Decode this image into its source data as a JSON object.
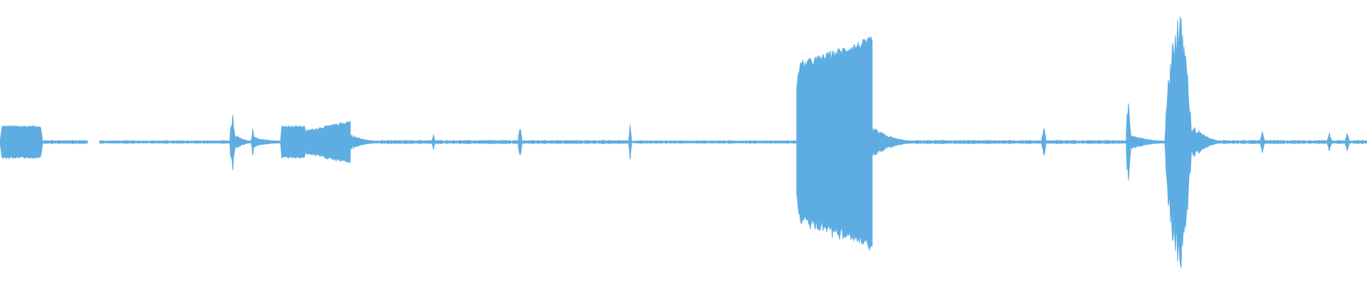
{
  "colors": {
    "background": "#ffffff",
    "waveform": "#5dade2"
  },
  "waveform": {
    "description_visible_text": "",
    "segments": [
      {
        "start": 0.0,
        "end": 0.031,
        "amp": 0.13,
        "shape": "block"
      },
      {
        "start": 0.031,
        "end": 0.064,
        "amp": 0.01,
        "shape": "flat"
      },
      {
        "start": 0.064,
        "end": 0.073,
        "amp": 0.0,
        "shape": "gap"
      },
      {
        "start": 0.073,
        "end": 0.168,
        "amp": 0.008,
        "shape": "flat"
      },
      {
        "start": 0.168,
        "end": 0.172,
        "amp": 0.24,
        "shape": "spike"
      },
      {
        "start": 0.172,
        "end": 0.184,
        "amp": 0.05,
        "shape": "decay"
      },
      {
        "start": 0.184,
        "end": 0.186,
        "amp": 0.1,
        "shape": "spike"
      },
      {
        "start": 0.186,
        "end": 0.205,
        "amp": 0.03,
        "shape": "decay"
      },
      {
        "start": 0.205,
        "end": 0.224,
        "amp": 0.13,
        "shape": "block"
      },
      {
        "start": 0.224,
        "end": 0.256,
        "amp": 0.17,
        "shape": "rise"
      },
      {
        "start": 0.256,
        "end": 0.276,
        "amp": 0.05,
        "shape": "decay"
      },
      {
        "start": 0.276,
        "end": 0.316,
        "amp": 0.01,
        "shape": "flat"
      },
      {
        "start": 0.316,
        "end": 0.318,
        "amp": 0.06,
        "shape": "spike"
      },
      {
        "start": 0.318,
        "end": 0.379,
        "amp": 0.01,
        "shape": "flat"
      },
      {
        "start": 0.379,
        "end": 0.382,
        "amp": 0.14,
        "shape": "spike"
      },
      {
        "start": 0.382,
        "end": 0.46,
        "amp": 0.01,
        "shape": "flat"
      },
      {
        "start": 0.46,
        "end": 0.462,
        "amp": 0.14,
        "shape": "spike"
      },
      {
        "start": 0.462,
        "end": 0.583,
        "amp": 0.008,
        "shape": "flat"
      },
      {
        "start": 0.583,
        "end": 0.638,
        "amp": 0.85,
        "shape": "block_rise"
      },
      {
        "start": 0.638,
        "end": 0.67,
        "amp": 0.1,
        "shape": "decay"
      },
      {
        "start": 0.67,
        "end": 0.762,
        "amp": 0.01,
        "shape": "flat"
      },
      {
        "start": 0.762,
        "end": 0.765,
        "amp": 0.12,
        "shape": "spike"
      },
      {
        "start": 0.765,
        "end": 0.824,
        "amp": 0.01,
        "shape": "flat"
      },
      {
        "start": 0.824,
        "end": 0.827,
        "amp": 0.45,
        "shape": "spike"
      },
      {
        "start": 0.827,
        "end": 0.852,
        "amp": 0.05,
        "shape": "decay"
      },
      {
        "start": 0.852,
        "end": 0.872,
        "amp": 0.98,
        "shape": "burst"
      },
      {
        "start": 0.872,
        "end": 0.895,
        "amp": 0.12,
        "shape": "decay"
      },
      {
        "start": 0.895,
        "end": 0.922,
        "amp": 0.01,
        "shape": "flat"
      },
      {
        "start": 0.922,
        "end": 0.925,
        "amp": 0.08,
        "shape": "spike"
      },
      {
        "start": 0.925,
        "end": 0.971,
        "amp": 0.01,
        "shape": "flat"
      },
      {
        "start": 0.971,
        "end": 0.974,
        "amp": 0.07,
        "shape": "spike"
      },
      {
        "start": 0.974,
        "end": 0.984,
        "amp": 0.01,
        "shape": "flat"
      },
      {
        "start": 0.984,
        "end": 0.987,
        "amp": 0.08,
        "shape": "spike"
      },
      {
        "start": 0.987,
        "end": 1.0,
        "amp": 0.01,
        "shape": "flat"
      }
    ]
  }
}
